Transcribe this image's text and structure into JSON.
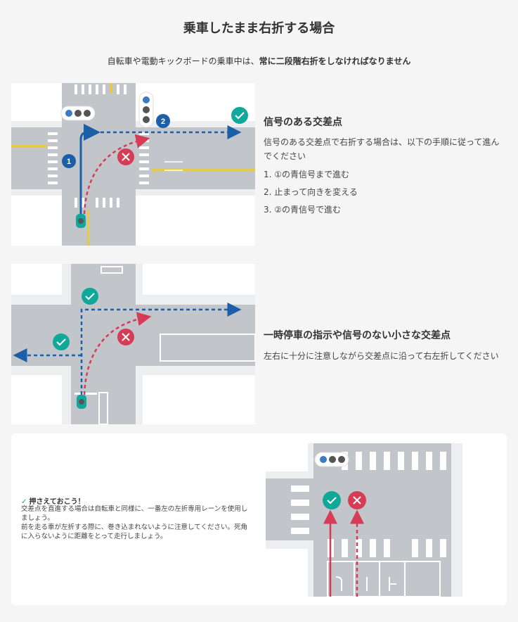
{
  "title": "乗車したまま右折する場合",
  "intro": {
    "prefix": "自転車や電動キックボードの乗車中は、",
    "bold": "常に二段階右折をしなければなりません"
  },
  "section1": {
    "heading": "信号のある交差点",
    "description": "信号のある交差点で右折する場合は、以下の手順に従って進んでください",
    "steps": [
      "1. ①の青信号まで進む",
      "2. 止まって向きを変える",
      "3. ②の青信号で進む"
    ],
    "markers": [
      "1",
      "2"
    ]
  },
  "section2": {
    "heading": "一時停車の指示や信号のない小さな交差点",
    "description": "左右に十分に注意しながら交差点に沿って右左折してください"
  },
  "tip": {
    "heading": "押さえておこう！",
    "paragraphs": [
      "交差点を直進する場合は自転車と同様に、一番左の左折専用レーンを使用しましょう。",
      "前を走る車が左折する際に、巻き込まれないように注意してください。死角に入らないように距離をとって走行しましょう。"
    ]
  },
  "colors": {
    "blue": "#1a5fa8",
    "red": "#d63c55",
    "teal": "#0fa89a",
    "road": "#c2c5ca",
    "yellow": "#e8c84a"
  }
}
